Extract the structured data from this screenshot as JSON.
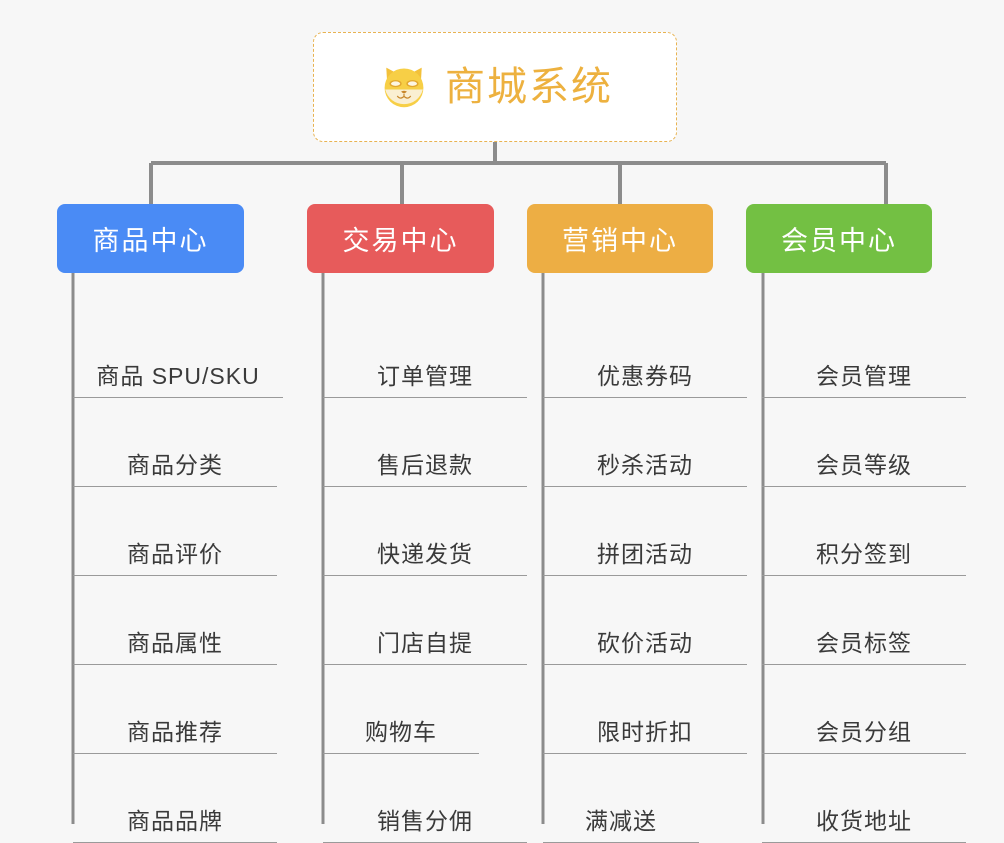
{
  "page": {
    "background_color": "#f7f7f7",
    "line_color": "#8c8c8c",
    "leaf_rule_color": "#9a9a9a",
    "leaf_text_color": "#3a3a3a"
  },
  "root": {
    "title": "商城系统",
    "icon": "shiba-dog-icon",
    "text_color": "#edb13f",
    "border_color": "#e8b352",
    "background_color": "#ffffff"
  },
  "columns": [
    {
      "id": "product-center",
      "label": "商品中心",
      "color": "#4a8bf5",
      "items": [
        "商品 SPU/SKU",
        "商品分类",
        "商品评价",
        "商品属性",
        "商品推荐",
        "商品品牌"
      ]
    },
    {
      "id": "trade-center",
      "label": "交易中心",
      "color": "#e75b5b",
      "items": [
        "订单管理",
        "售后退款",
        "快递发货",
        "门店自提",
        "购物车",
        "销售分佣"
      ]
    },
    {
      "id": "marketing-center",
      "label": "营销中心",
      "color": "#edae44",
      "items": [
        "优惠券码",
        "秒杀活动",
        "拼团活动",
        "砍价活动",
        "限时折扣",
        "满减送"
      ]
    },
    {
      "id": "member-center",
      "label": "会员中心",
      "color": "#73c043",
      "items": [
        "会员管理",
        "会员等级",
        "积分签到",
        "会员标签",
        "会员分组",
        "收货地址"
      ]
    }
  ]
}
